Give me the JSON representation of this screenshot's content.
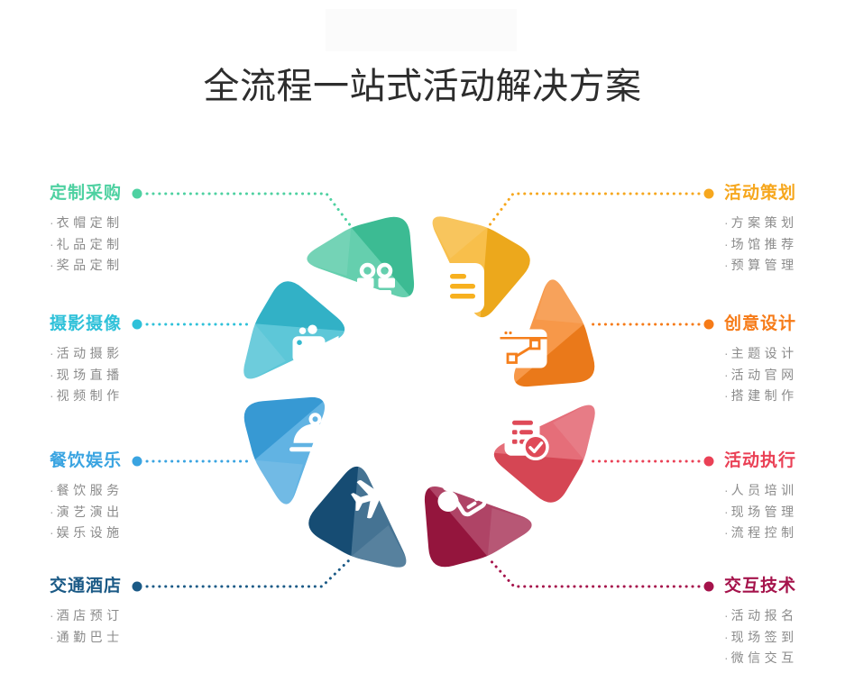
{
  "title": "全流程一站式活动解决方案",
  "bullet": "·",
  "groups": [
    {
      "id": "custom-procurement",
      "label": "定制采购",
      "side": "left",
      "color": "#4ed1a1",
      "items": [
        "衣帽定制",
        "礼品定制",
        "奖品定制"
      ]
    },
    {
      "id": "photography-video",
      "label": "摄影摄像",
      "side": "left",
      "color": "#2fc1d9",
      "items": [
        "活动摄影",
        "现场直播",
        "视频制作"
      ]
    },
    {
      "id": "catering-entertainment",
      "label": "餐饮娱乐",
      "side": "left",
      "color": "#3aa4e1",
      "items": [
        "餐饮服务",
        "演艺演出",
        "娱乐设施"
      ]
    },
    {
      "id": "transport-hotel",
      "label": "交通酒店",
      "side": "left",
      "color": "#1b5a86",
      "items": [
        "酒店预订",
        "通勤巴士"
      ]
    },
    {
      "id": "event-planning",
      "label": "活动策划",
      "side": "right",
      "color": "#f6a71e",
      "items": [
        "方案策划",
        "场馆推荐",
        "预算管理"
      ]
    },
    {
      "id": "creative-design",
      "label": "创意设计",
      "side": "right",
      "color": "#f67b18",
      "items": [
        "主题设计",
        "活动官网",
        "搭建制作"
      ]
    },
    {
      "id": "event-execution",
      "label": "活动执行",
      "side": "right",
      "color": "#ea4156",
      "items": [
        "人员培训",
        "现场管理",
        "流程控制"
      ]
    },
    {
      "id": "interactive-tech",
      "label": "交互技术",
      "side": "right",
      "color": "#a5134b",
      "items": [
        "活动报名",
        "现场签到",
        "微信交互"
      ]
    }
  ],
  "petals": [
    {
      "icon": "gift-icon",
      "color": "#3fc49a"
    },
    {
      "icon": "document-icon",
      "color": "#f7b01e"
    },
    {
      "icon": "design-window-icon",
      "color": "#f57f1c"
    },
    {
      "icon": "checklist-icon",
      "color": "#df4a58"
    },
    {
      "icon": "phone-in-hand-icon",
      "color": "#9b1640"
    },
    {
      "icon": "airplane-icon",
      "color": "#175079"
    },
    {
      "icon": "food-cloche-icon",
      "color": "#3aa0dd"
    },
    {
      "icon": "video-camera-icon",
      "color": "#35b9cf"
    }
  ]
}
